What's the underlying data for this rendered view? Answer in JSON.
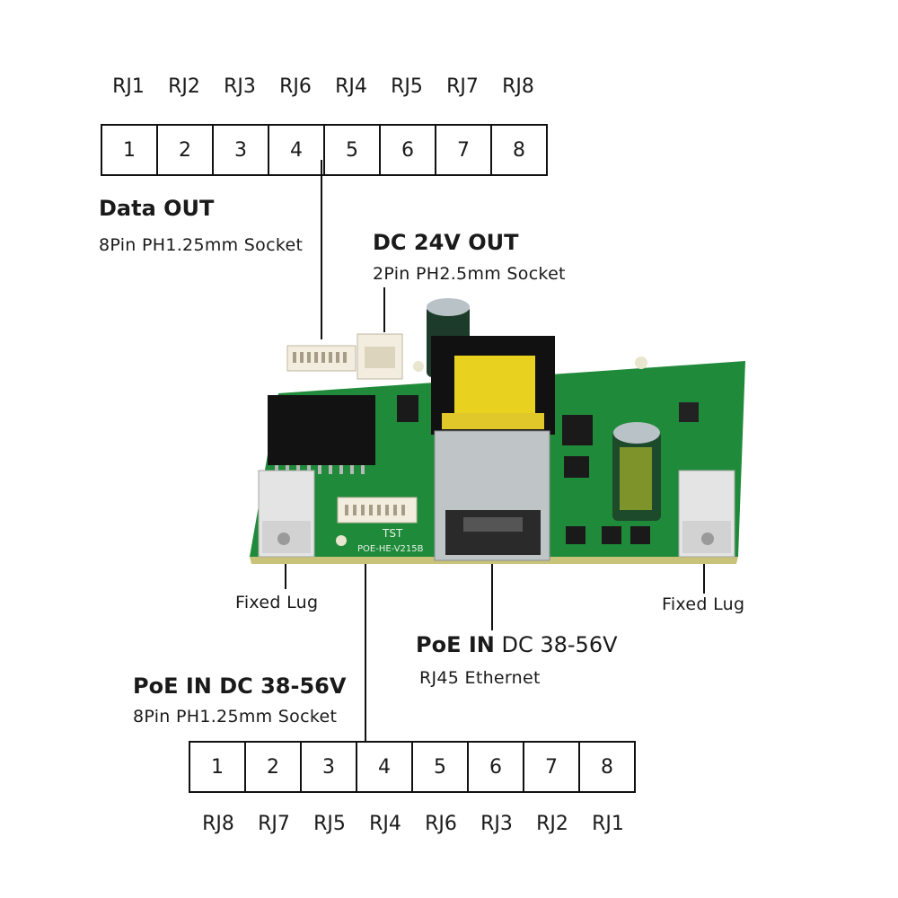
{
  "top_connector": {
    "labels": [
      "RJ1",
      "RJ2",
      "RJ3",
      "RJ6",
      "RJ4",
      "RJ5",
      "RJ7",
      "RJ8"
    ],
    "pins": [
      "1",
      "2",
      "3",
      "4",
      "5",
      "6",
      "7",
      "8"
    ],
    "title": "Data OUT",
    "subtitle": "8Pin  PH1.25mm Socket"
  },
  "dc_out": {
    "title": "DC 24V OUT",
    "subtitle": "2Pin PH2.5mm Socket"
  },
  "lugs": {
    "left": "Fixed Lug",
    "right": "Fixed Lug"
  },
  "poe_rj45": {
    "title": "PoE IN",
    "title_rest": "DC 38-56V",
    "subtitle": "RJ45 Ethernet"
  },
  "bottom_connector": {
    "title": "PoE IN DC 38-56V",
    "subtitle": "8Pin  PH1.25mm Socket",
    "pins": [
      "1",
      "2",
      "3",
      "4",
      "5",
      "6",
      "7",
      "8"
    ],
    "labels": [
      "RJ8",
      "RJ7",
      "RJ5",
      "RJ4",
      "RJ6",
      "RJ3",
      "RJ2",
      "RJ1"
    ]
  },
  "board": {
    "silk_brand": "TST",
    "silk_model": "POE-HE-V215B",
    "pcb_color": "#1f8a3a"
  }
}
